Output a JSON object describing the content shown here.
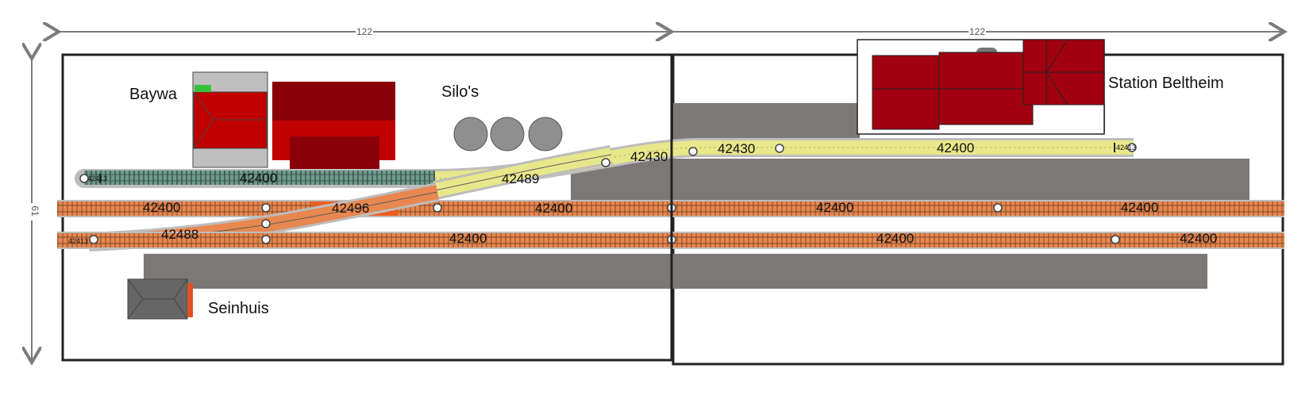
{
  "dimensions": {
    "top_left": "122",
    "top_right": "122",
    "left": "61"
  },
  "labels": {
    "baywa": "Baywa",
    "silos": "Silo's",
    "station": "Station Beltheim",
    "seinhuis": "Seinhuis"
  },
  "tracks": {
    "green_siding": "42400",
    "yellow_1": "42489",
    "yellow_2": "42430",
    "yellow_3": "42430",
    "yellow_4": "42400",
    "main_1": "42400",
    "main_2": "42496",
    "main_3": "42400",
    "main_4": "42400",
    "main_5": "42400",
    "lower_1": "42488",
    "lower_2": "42400",
    "lower_3": "42400",
    "lower_4": "42400",
    "lower_end": "42413",
    "buffer_left": "42413",
    "buffer_right": "42413"
  },
  "colors": {
    "board_border": "#222222",
    "platform_gray": "#7d7878",
    "building_red": "#a00010",
    "dark_red": "#8a0008",
    "roof_gray": "#bfbfbf",
    "silo_gray": "#8f8f8f",
    "track_orange": "#e8874f",
    "track_yellow": "#e8e78a",
    "track_green": "#6f9b8d",
    "highlight_orange": "#f05a1e",
    "green_marker": "#35c23b"
  }
}
